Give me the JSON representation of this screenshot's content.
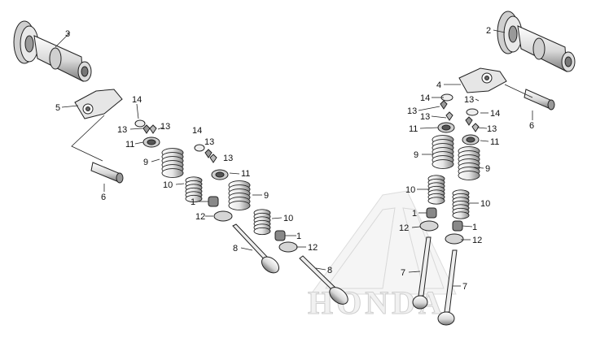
{
  "diagram": {
    "watermark": "HONDA",
    "labels": {
      "l1a": "1",
      "l1b": "1",
      "l1c": "1",
      "l1d": "1",
      "l2": "2",
      "l3": "3",
      "l4": "4",
      "l5": "5",
      "l6a": "6",
      "l6b": "6",
      "l7a": "7",
      "l7b": "7",
      "l8a": "8",
      "l8b": "8",
      "l9a": "9",
      "l9b": "9",
      "l9c": "9",
      "l9d": "9",
      "l10a": "10",
      "l10b": "10",
      "l10c": "10",
      "l10d": "10",
      "l11a": "11",
      "l11b": "11",
      "l11c": "11",
      "l11d": "11",
      "l12a": "12",
      "l12b": "12",
      "l12c": "12",
      "l12d": "12",
      "l13a": "13",
      "l13b": "13",
      "l13c": "13",
      "l13d": "13",
      "l13e": "13",
      "l13f": "13",
      "l13g": "13",
      "l13h": "13",
      "l14a": "14",
      "l14b": "14",
      "l14c": "14",
      "l14d": "14"
    },
    "colors": {
      "line": "#222222",
      "part_fill": "#ffffff",
      "part_shade": "#bdbdbd",
      "dark": "#555555",
      "watermark": "#cfcfcf"
    }
  }
}
